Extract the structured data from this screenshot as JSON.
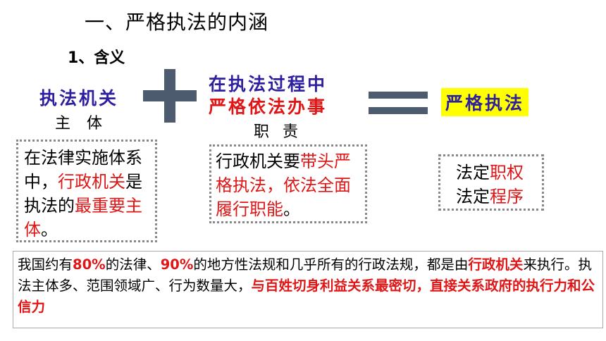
{
  "heading": "一、严格执法的内涵",
  "subheading": "1、含义",
  "subject": {
    "label": "执法机关",
    "caption": "主 体"
  },
  "duty": {
    "line1": "在执法过程中",
    "line2": "严格依法办事",
    "caption": "职 责"
  },
  "result": "严格执法",
  "box_subject": {
    "p1": "在法律实施体系中，",
    "p2": "行政机关",
    "p3": "是执法的",
    "p4": "最重要主体",
    "p5": "。"
  },
  "box_duty": {
    "p1": "行政机关要",
    "p2": "带头严格执法，依法全面履行职能",
    "p3": "。"
  },
  "box_result": {
    "l1a": "法定",
    "l1b": "职权",
    "l2a": "法定",
    "l2b": "程序"
  },
  "box_note": {
    "p1": "我国约有",
    "p2": "80%",
    "p3": "的法律、",
    "p4": "90%",
    "p5": "的地方性法规和几乎所有的行政法规，都是由",
    "p6": "行政机关",
    "p7": "来执行。执法主体多、范围领域广、行为数量大，",
    "p8": "与百姓切身利益关系最密切，直接关系政府的执行力和公信力"
  },
  "colors": {
    "blue": "#2e1fa0",
    "red": "#e01616",
    "highlight": "#ffff00",
    "operator": "#4d5b6e"
  },
  "icons": {
    "plus": "plus-icon",
    "equals": "equals-icon"
  }
}
